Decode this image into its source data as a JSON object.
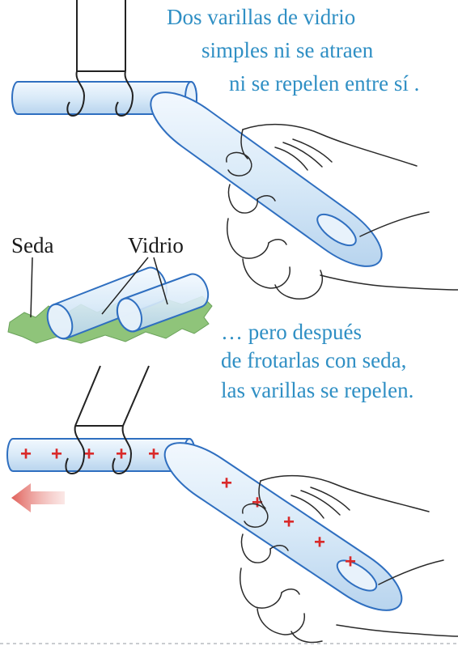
{
  "captions": {
    "top": [
      "Dos varillas de vidrio",
      "simples ni se atraen",
      "ni se repelen entre sí ."
    ],
    "bottom": [
      "… pero después",
      "de frotarlas con seda,",
      "las varillas se repelen."
    ]
  },
  "labels": {
    "silk": "Seda",
    "glass": "Vidrio"
  },
  "charge_symbol": "+",
  "colors": {
    "caption": "#2f8fc4",
    "rod_fill": "#dcebf8",
    "rod_stroke": "#2f6fc0",
    "silk": "#8fc47a",
    "charge": "#d92a2a",
    "arrow": "#e2706a"
  }
}
